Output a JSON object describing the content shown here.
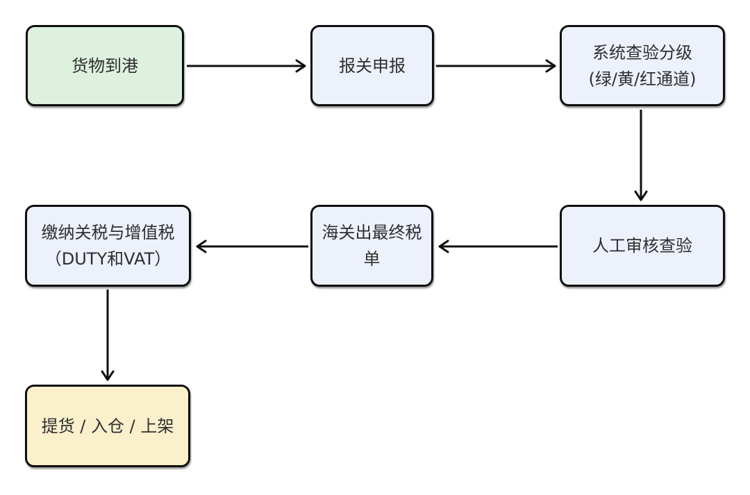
{
  "diagram": {
    "title": "import-customs-clearance-flow",
    "background_color": "#ffffff",
    "stroke_color": "#0f0f0f",
    "text_color": "#2e2e2e",
    "node_fill_colors": {
      "green": "#ddf1de",
      "blue": "#edf1fb",
      "yellow": "#fbf0cc"
    },
    "nodes": {
      "arrival": {
        "label": "货物到港",
        "fill": "green"
      },
      "declare": {
        "label": "报关申报",
        "fill": "blue"
      },
      "classify": {
        "line1": "系统查验分级",
        "line2": "(绿/黄/红通道)",
        "fill": "blue"
      },
      "manual": {
        "label": "人工审核查验",
        "fill": "blue"
      },
      "tax_bill": {
        "label": "海关出最终税单",
        "fill": "blue"
      },
      "pay": {
        "line1": "缴纳关税与增值税",
        "line2": "（DUTY和VAT）",
        "fill": "blue"
      },
      "shelf": {
        "label": "提货 / 入仓 / 上架",
        "fill": "yellow"
      }
    },
    "edges": [
      {
        "from": "arrival",
        "to": "declare",
        "direction": "right"
      },
      {
        "from": "declare",
        "to": "classify",
        "direction": "right"
      },
      {
        "from": "classify",
        "to": "manual",
        "direction": "down"
      },
      {
        "from": "manual",
        "to": "tax_bill",
        "direction": "left"
      },
      {
        "from": "tax_bill",
        "to": "pay",
        "direction": "left"
      },
      {
        "from": "pay",
        "to": "shelf",
        "direction": "down"
      }
    ]
  }
}
